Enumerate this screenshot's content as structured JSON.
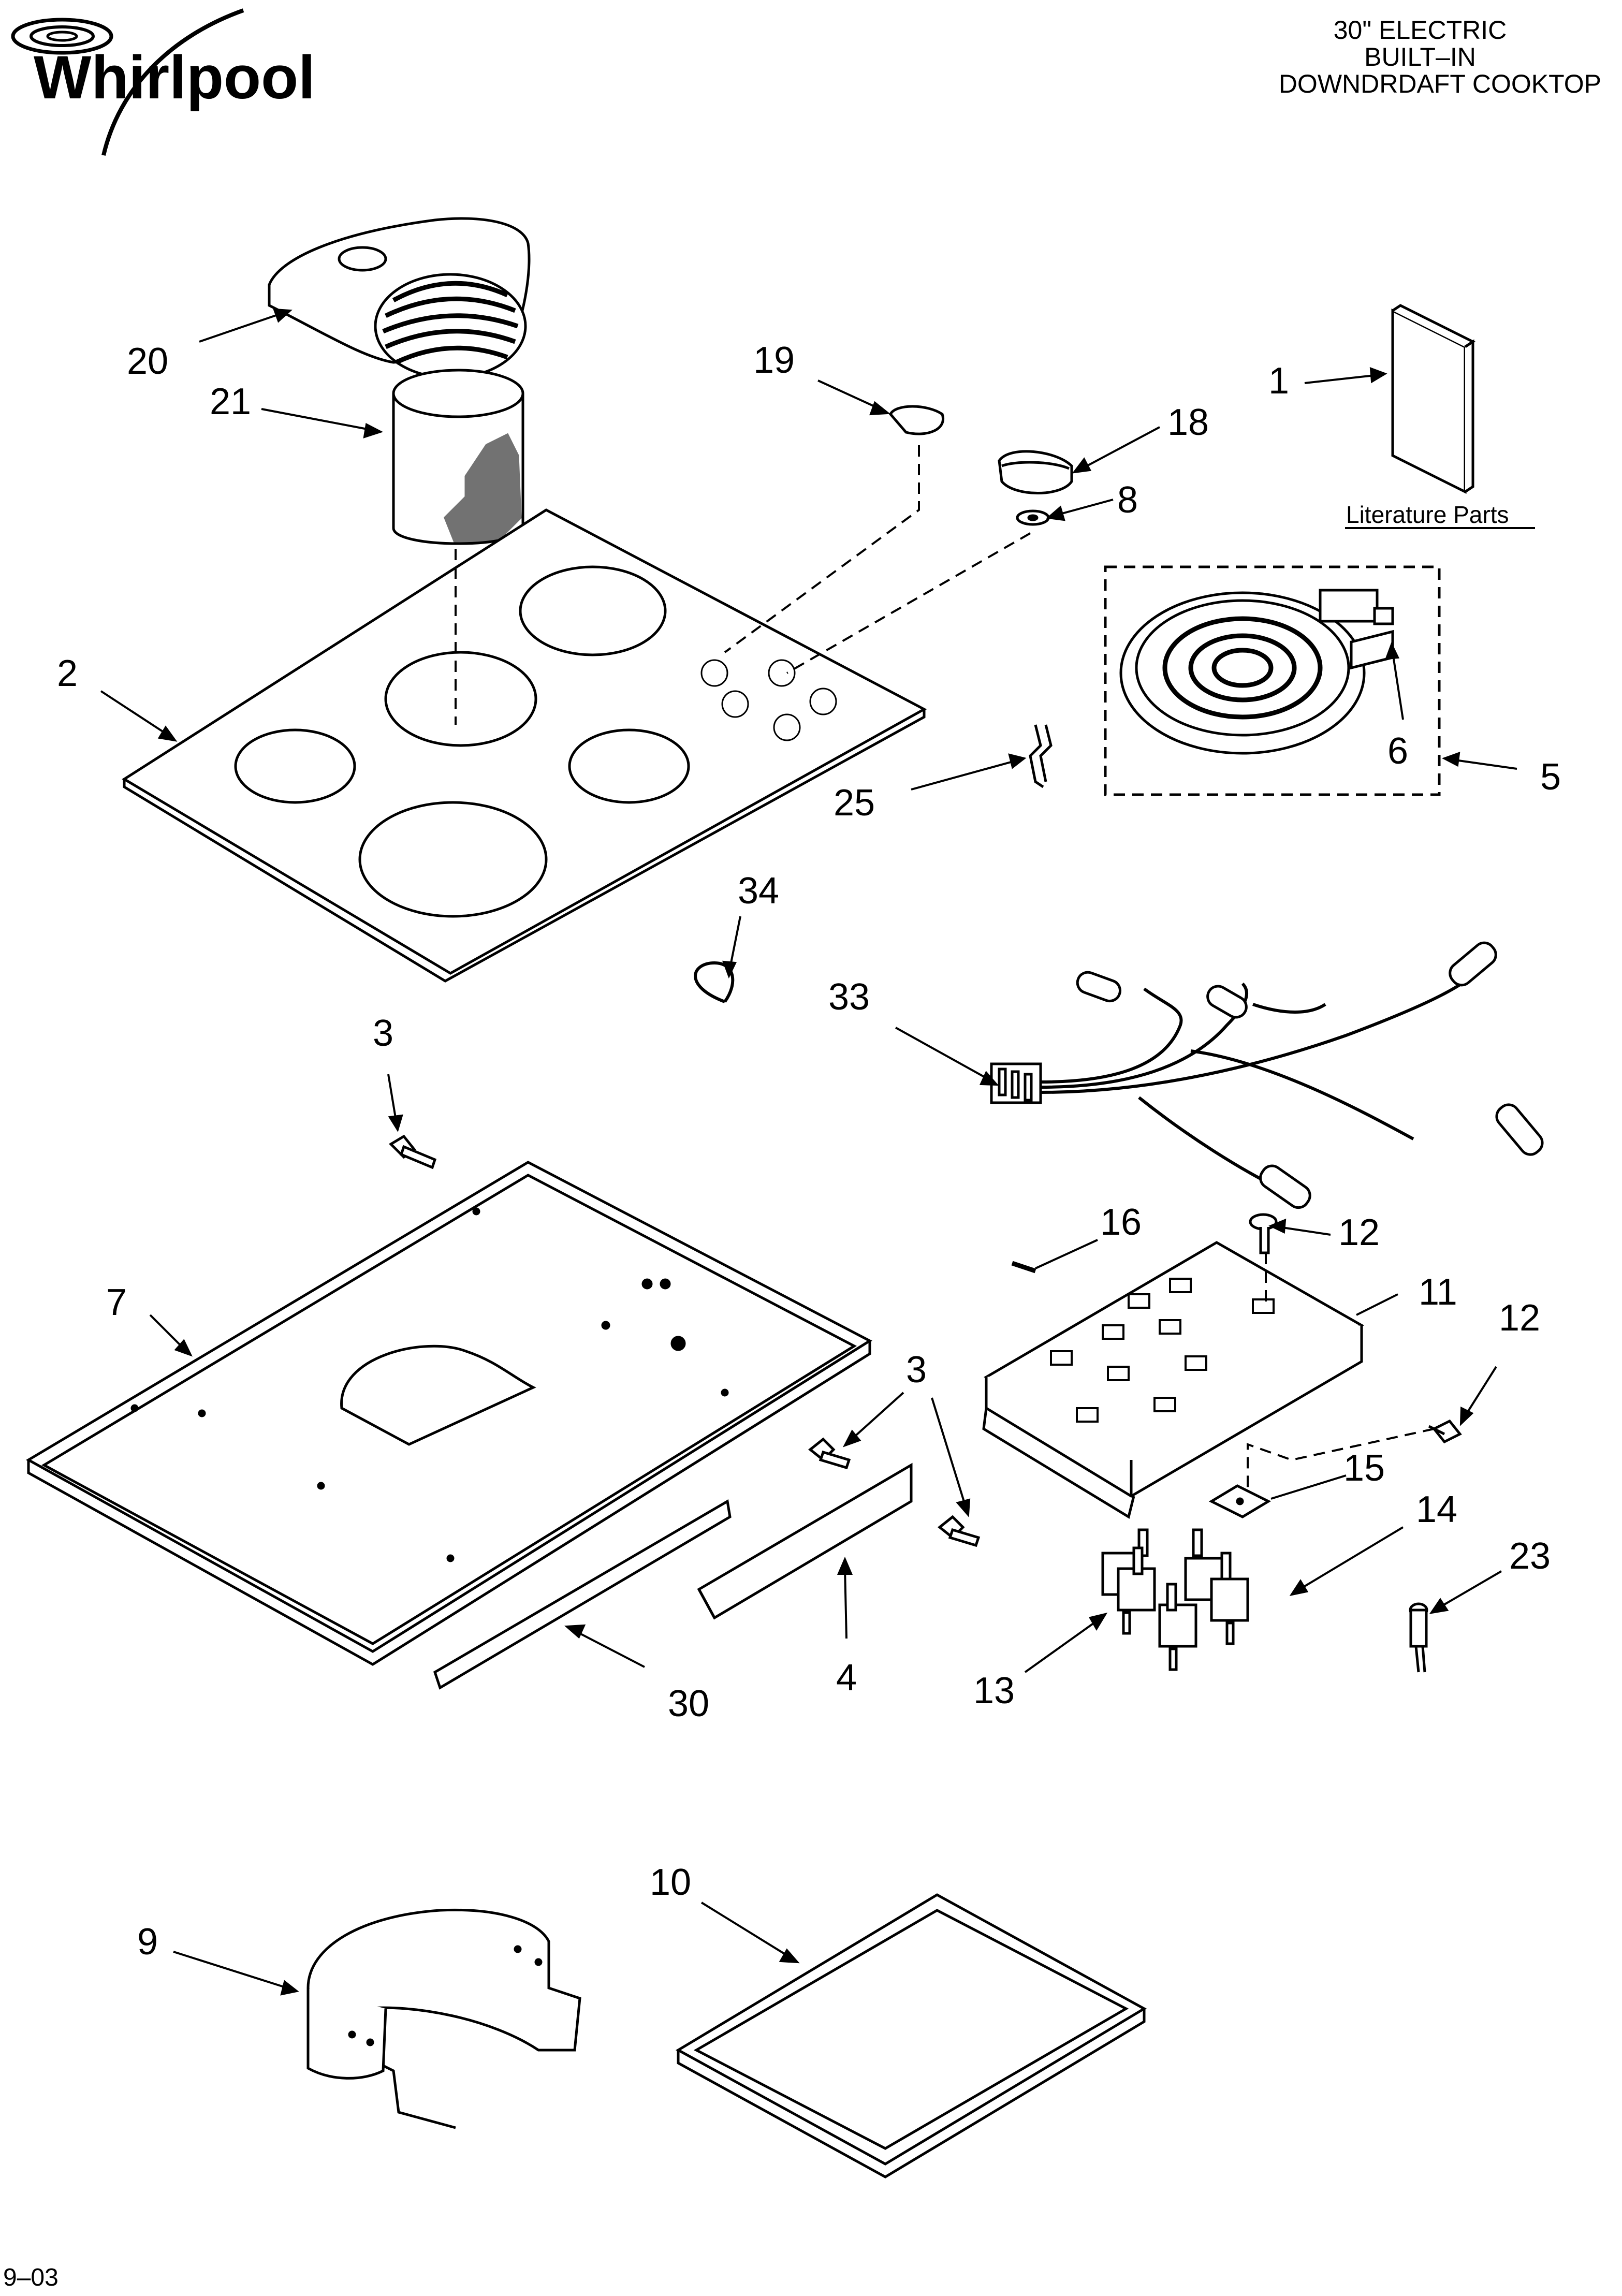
{
  "brand": {
    "name": "Whirlpool"
  },
  "title": {
    "line1": "30\" ELECTRIC",
    "line2": "BUILT–IN",
    "line3": "DOWNDRDAFT COOKTOP"
  },
  "literature_label": "Literature Parts",
  "footer": {
    "date": "9–03"
  },
  "callouts": [
    "20",
    "21",
    "19",
    "18",
    "8",
    "1",
    "2",
    "6",
    "5",
    "25",
    "34",
    "33",
    "3",
    "7",
    "16",
    "12",
    "11",
    "3",
    "12",
    "15",
    "14",
    "23",
    "13",
    "4",
    "30",
    "10",
    "9"
  ]
}
